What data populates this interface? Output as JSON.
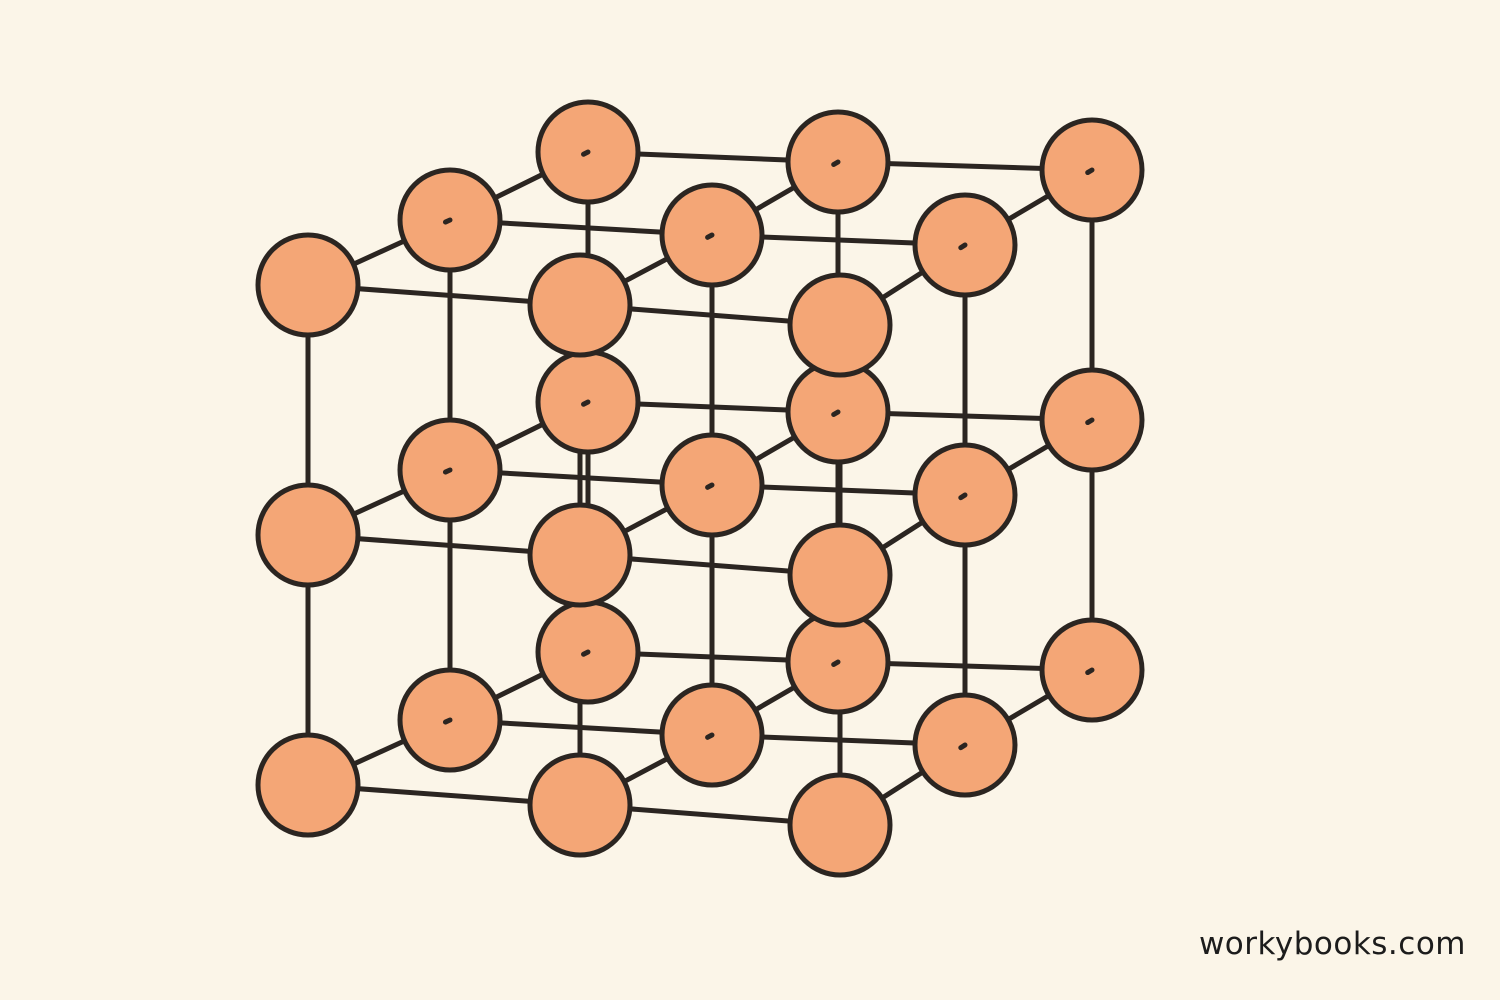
{
  "diagram": {
    "kind": "cubic-lattice",
    "grid": [
      3,
      3,
      3
    ],
    "atom_color": "#f4a676",
    "bond_color": "#2b2521",
    "background": "#fbf5e8"
  },
  "footer": {
    "watermark": "workybooks.com"
  }
}
